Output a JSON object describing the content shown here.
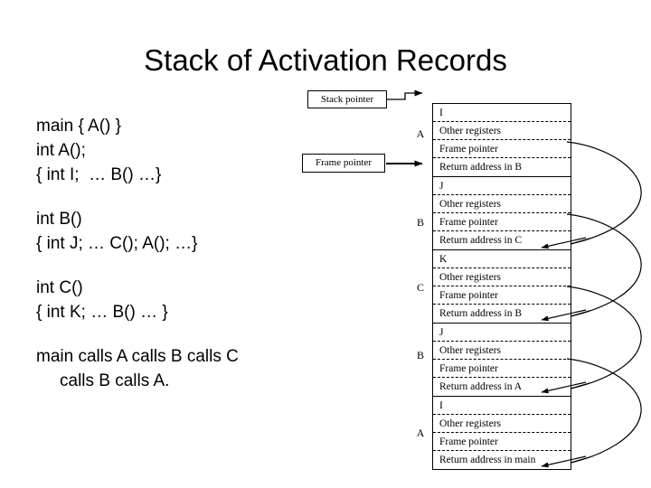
{
  "title": "Stack of Activation Records",
  "code": {
    "blocks": [
      {
        "lines": [
          {
            "text": "main { A() }",
            "indent": false
          },
          {
            "text": "int A();",
            "indent": false
          },
          {
            "text": "{ int I;  … B() …}",
            "indent": false
          }
        ]
      },
      {
        "lines": [
          {
            "text": "int B()",
            "indent": false
          },
          {
            "text": "{ int J; … C(); A(); …}",
            "indent": false
          }
        ]
      },
      {
        "lines": [
          {
            "text": "int C()",
            "indent": false
          },
          {
            "text": "{ int K; … B() … }",
            "indent": false
          }
        ]
      },
      {
        "lines": [
          {
            "text": "main calls A calls B calls C",
            "indent": false
          },
          {
            "text": "calls B calls A.",
            "indent": true
          }
        ]
      }
    ]
  },
  "pointers": {
    "stack_pointer_label": "Stack pointer",
    "frame_pointer_label": "Frame pointer"
  },
  "stack": {
    "frames": [
      {
        "letter": "A",
        "slots": [
          "I",
          "Other registers",
          "Frame pointer",
          "Return address in B"
        ]
      },
      {
        "letter": "B",
        "slots": [
          "J",
          "Other registers",
          "Frame pointer",
          "Return address in C"
        ]
      },
      {
        "letter": "C",
        "slots": [
          "K",
          "Other registers",
          "Frame pointer",
          "Return address in B"
        ]
      },
      {
        "letter": "B",
        "slots": [
          "J",
          "Other registers",
          "Frame pointer",
          "Return address in A"
        ]
      },
      {
        "letter": "A",
        "slots": [
          "I",
          "Other registers",
          "Frame pointer",
          "Return address in main"
        ]
      }
    ]
  },
  "colors": {
    "background": "#ffffff",
    "ink": "#000000"
  }
}
